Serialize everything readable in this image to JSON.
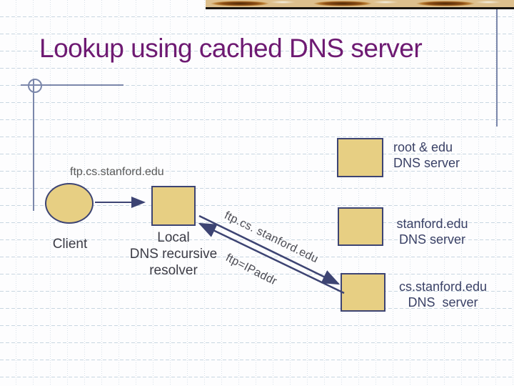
{
  "slide": {
    "title": "Lookup using cached DNS server",
    "client": {
      "label": "Client",
      "request": "ftp.cs.stanford.edu"
    },
    "resolver": {
      "label": "Local\nDNS recursive\nresolver"
    },
    "servers": [
      {
        "label": "root & edu\nDNS server"
      },
      {
        "label": "stanford.edu\nDNS server"
      },
      {
        "label": "cs.stanford.edu\nDNS  server"
      }
    ],
    "messages": {
      "query": "ftp.cs. stanford.edu",
      "response": "ftp=IPaddr"
    },
    "colors": {
      "title": "#6e1a72",
      "shape_fill": "#e7cf83",
      "shape_border": "#3d4473",
      "arrow": "#3d4473",
      "server_text": "#3a4166",
      "grid_line": "#c8d6e1",
      "accent_line": "#7b87ab"
    }
  }
}
